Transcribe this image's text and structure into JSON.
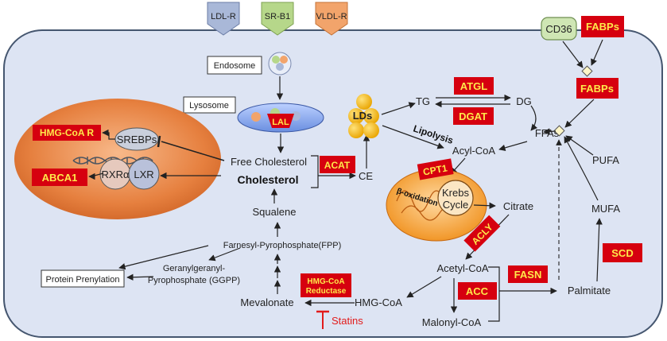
{
  "receptors": {
    "ldlr": "LDL-R",
    "srb1": "SR-B1",
    "vldlr": "VLDL-R",
    "cd36": "CD36"
  },
  "compartments": {
    "endosome": "Endosome",
    "lysosome": "Lysosome",
    "lal": "LAL"
  },
  "nucleus": {
    "srebps": "SREBPs",
    "rxra": "RXRα",
    "lxr": "LXR"
  },
  "enzymes": {
    "hmgcoar": "HMG-CoA R",
    "abca1": "ABCA1",
    "acat": "ACAT",
    "atgl": "ATGL",
    "dgat": "DGAT",
    "fabps_top": "FABPs",
    "fabps_mid": "FABPs",
    "cpt1": "CPT1",
    "acly": "ACLY",
    "fasn": "FASN",
    "acc": "ACC",
    "scd": "SCD",
    "hmgcoa_reductase_line1": "HMG-CoA",
    "hmgcoa_reductase_line2": "Reductase"
  },
  "metabolites": {
    "free_cholesterol": "Free Cholesterol",
    "cholesterol": "Cholesterol",
    "ce": "CE",
    "lds": "LDs",
    "tg": "TG",
    "dg": "DG",
    "ffas": "FFAs",
    "acyl_coa": "Acyl-CoA",
    "pufa": "PUFA",
    "mufa": "MUFA",
    "citrate": "Citrate",
    "squalene": "Squalene",
    "fpp": "Farnesyl-Pyrophosphate(FPP)",
    "ggpp_line1": "Geranylgeranyl-",
    "ggpp_line2": "Pyrophosphate (GGPP)",
    "protein_prenylation": "Protein Prenylation",
    "mevalonate": "Mevalonate",
    "hmg_coa": "HMG-CoA",
    "acetyl_coa": "Acetyl-CoA",
    "malonyl_coa": "Malonyl-CoA",
    "palmitate": "Palmitate",
    "krebs_line1": "Krebs",
    "krebs_line2": "Cycle",
    "beta_oxidation": "β-oxidation"
  },
  "processes": {
    "lipolysis": "Lipolysis",
    "statins": "Statins"
  },
  "colors": {
    "cell_fill": "#dde4f3",
    "cell_stroke": "#45566f",
    "enzyme_red": "#d6000f",
    "enzyme_text": "#ffe94a",
    "nucleus_orange": "#e47a3a",
    "ld_yellow": "#f5b800",
    "mito_orange": "#f29a2e",
    "receptor_blue": "#a9b8d8",
    "receptor_green": "#b6d78a",
    "receptor_orange": "#f2a46b",
    "statin_red": "#e21b1b"
  }
}
